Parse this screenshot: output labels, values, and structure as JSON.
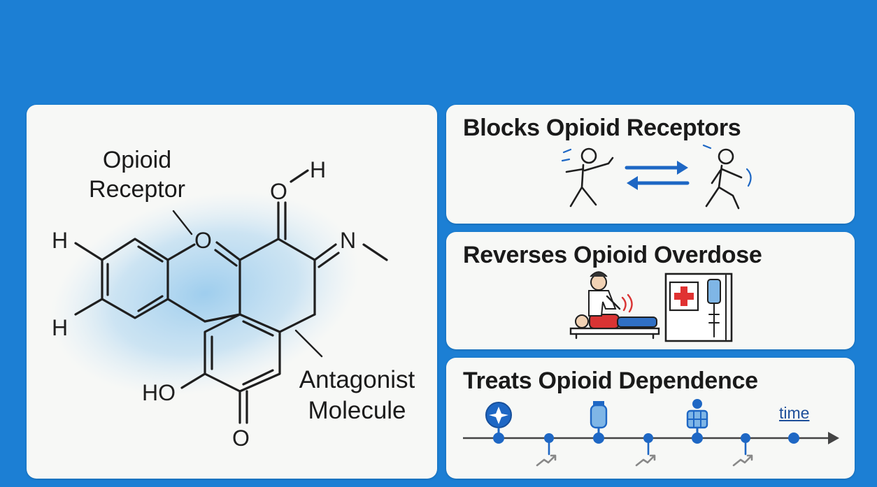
{
  "molecule": {
    "receptor_label": [
      "Opioid",
      "Receptor"
    ],
    "antagonist_label": [
      "Antagonist",
      "Molecule"
    ],
    "atoms": {
      "h1": "H",
      "h2": "H",
      "h_top": "H",
      "o_ring": "O",
      "o_top": "O",
      "n": "N",
      "ho": "HO",
      "o_bottom": "O"
    }
  },
  "panels": [
    {
      "title": "Blocks Opioid Receptors",
      "icons": [
        "figure-left-icon",
        "exchange-arrows-icon",
        "figure-right-icon"
      ]
    },
    {
      "title": "Reverses Opioid Overdose",
      "icons": [
        "paramedic-patient-icon",
        "medical-cabinet-icon"
      ]
    },
    {
      "title": "Treats Opioid Dependence",
      "timeline_label": "time",
      "icons": [
        "star-badge-icon",
        "vial-icon",
        "person-badge-icon",
        "trend-icon"
      ]
    }
  ],
  "colors": {
    "background": "#1c7fd4",
    "panel": "#f7f8f6",
    "accent": "#1e67c4",
    "ink": "#1f1f1f",
    "cross": "#e03232"
  }
}
